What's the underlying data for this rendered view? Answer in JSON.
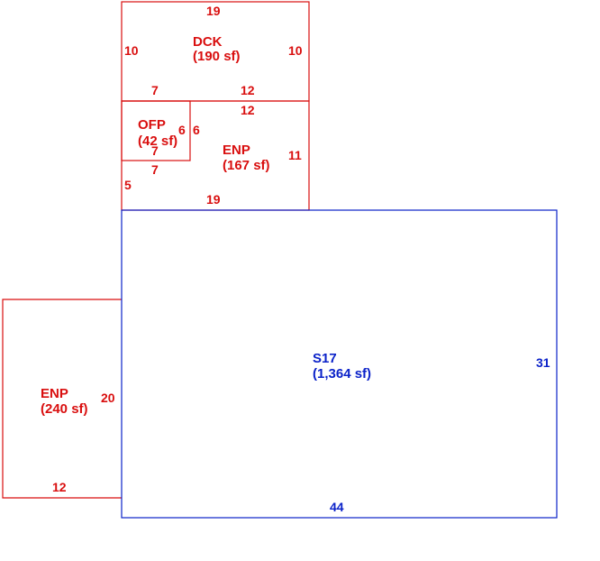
{
  "colors": {
    "main": "#0b22c9",
    "addition": "#d90f0f",
    "background": "#ffffff"
  },
  "areas": [
    {
      "id": "dck",
      "code": "DCK",
      "area": "(190 sf)",
      "color": "addition",
      "dims": {
        "top": "19",
        "left": "10",
        "right": "10",
        "bottom_left": "7",
        "bottom_right": "12"
      }
    },
    {
      "id": "ofp",
      "code": "OFP",
      "area": "(42 sf)",
      "color": "addition",
      "dims": {
        "right": "6",
        "bottom": "7"
      }
    },
    {
      "id": "enp_upper",
      "code": "ENP",
      "area": "(167 sf)",
      "color": "addition",
      "dims": {
        "top": "12",
        "left_of_notch": "6",
        "right": "11",
        "notch_bottom": "7",
        "left": "5",
        "bottom": "19"
      }
    },
    {
      "id": "s17",
      "code": "S17",
      "area": "(1,364 sf)",
      "color": "main",
      "dims": {
        "right": "31",
        "bottom": "44"
      }
    },
    {
      "id": "enp_lower",
      "code": "ENP",
      "area": "(240 sf)",
      "color": "addition",
      "dims": {
        "right": "20",
        "bottom": "12"
      }
    }
  ]
}
